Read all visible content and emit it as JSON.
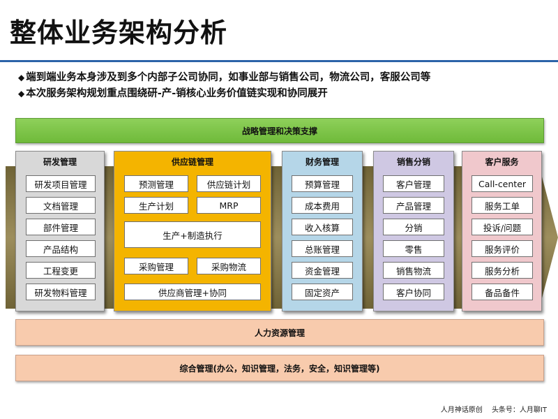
{
  "title": "整体业务架构分析",
  "bullets": [
    "端到端业务本身涉及到多个内部子公司协同，如事业部与销售公司，物流公司，客服公司等",
    "本次服务架构规划重点围绕研-产-销核心业务价值链实现和协同展开"
  ],
  "bands": {
    "strategy": "战略管理和决策支撑",
    "hr": "人力资源管理",
    "general": "综合管理(办公，知识管理，法务，安全，知识管理等)"
  },
  "columns": {
    "rd": {
      "title": "研发管理",
      "items": [
        "研发项目管理",
        "文档管理",
        "部件管理",
        "产品结构",
        "工程变更",
        "研发物料管理"
      ]
    },
    "supply_chain": {
      "title": "供应链管理",
      "items": [
        "预测管理",
        "供应链计划",
        "生产计划",
        "MRP",
        "生产+制造执行",
        "采购管理",
        "采购物流",
        "供应商管理+协同"
      ]
    },
    "finance": {
      "title": "财务管理",
      "items": [
        "预算管理",
        "成本费用",
        "收入核算",
        "总账管理",
        "资金管理",
        "固定资产"
      ]
    },
    "sales": {
      "title": "销售分销",
      "items": [
        "客户管理",
        "产品管理",
        "分销",
        "零售",
        "销售物流",
        "客户协同"
      ]
    },
    "customer_service": {
      "title": "客户服务",
      "items": [
        "Call-center",
        "服务工单",
        "投诉/问题",
        "服务评价",
        "服务分析",
        "备品备件"
      ]
    }
  },
  "footer": {
    "source": "人月神话原创",
    "account": "头条号：人月聊IT"
  },
  "colors": {
    "title_rule": "#2b63a8",
    "strategy": "#7ac143",
    "supply_chain": "#f4b400",
    "finance": "#b5d6e8",
    "sales": "#cfc8e3",
    "customer_service": "#f0c8cc",
    "rd": "#d8d8d8",
    "hr_band": "#f8cbad",
    "arrow": "#8c7d4c"
  }
}
